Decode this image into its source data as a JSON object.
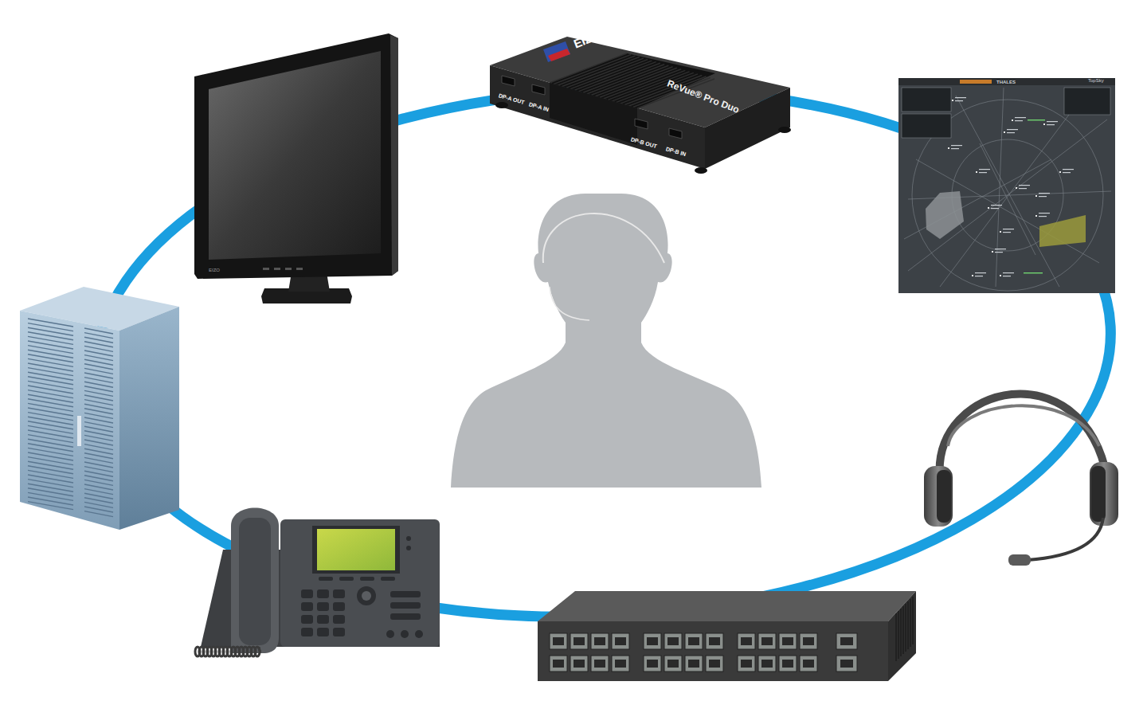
{
  "diagram": {
    "labels": [
      "EIZO",
      "ReVue® Pro Duo",
      "DP-A OUT",
      "DP-A IN",
      "DP-B OUT",
      "DP-B IN",
      "EIZO",
      "THALES",
      "TopSky"
    ]
  }
}
